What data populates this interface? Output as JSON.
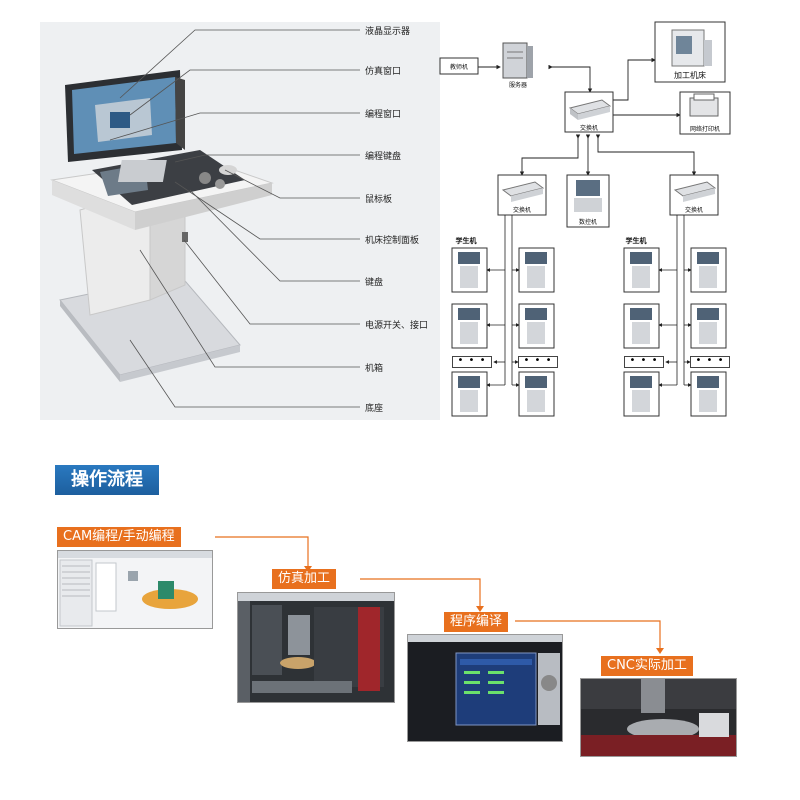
{
  "console_labels": [
    "液晶显示器",
    "仿真窗口",
    "编程窗口",
    "编程键盘",
    "鼠标板",
    "机床控制面板",
    "键盘",
    "电源开关、接口",
    "机箱",
    "底座"
  ],
  "network": {
    "teacher_pc": "教师机",
    "server": "服务器",
    "machine_tool": "加工机床",
    "main_switch": "交换机",
    "network_printer": "网络打印机",
    "left_switch": "交换机",
    "center_station": "数控机",
    "right_switch": "交换机",
    "left_group_label": "学生机",
    "right_group_label": "学生机",
    "dots": "• • •"
  },
  "workflow": {
    "title": "操作流程",
    "steps": [
      "CAM编程/手动编程",
      "仿真加工",
      "程序编译",
      "CNC实际加工"
    ]
  },
  "colors": {
    "accent": "#e8701e",
    "title_bg": "#1d5f9e"
  }
}
